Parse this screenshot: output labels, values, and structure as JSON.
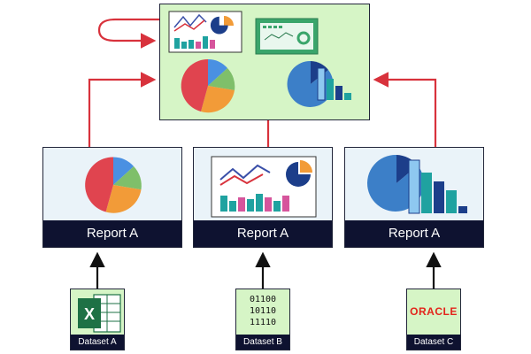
{
  "colors": {
    "arrow_red": "#d8323c",
    "arrow_black": "#111111",
    "hub_fill": "#d6f5c6",
    "report_fill": "#eaf3f9",
    "footer_fill": "#0e1230",
    "pie_blue": "#4a90e2",
    "pie_green": "#7fbf6a",
    "pie_orange": "#f29b38",
    "pie_red": "#e0444f",
    "bar_teal": "#1fa2a0",
    "bar_pink": "#d6559c",
    "bar_navy": "#1c3e8a",
    "bar_lightblue": "#8ec8f0"
  },
  "reports": [
    {
      "label": "Report A",
      "chart_icon": "pie-chart-icon"
    },
    {
      "label": "Report A",
      "chart_icon": "line-bar-chart-icon"
    },
    {
      "label": "Report A",
      "chart_icon": "pie-bar-chart-icon"
    }
  ],
  "datasets": [
    {
      "label": "Dataset A",
      "icon": "excel-icon",
      "icon_letter": "X"
    },
    {
      "label": "Dataset B",
      "icon": "binary-data-icon",
      "lines": [
        "01100",
        "10110",
        "11110"
      ]
    },
    {
      "label": "Dataset C",
      "icon": "oracle-logo",
      "logo_text": "ORACLE"
    }
  ],
  "dashboard": {
    "icon": "dashboard-icon"
  }
}
